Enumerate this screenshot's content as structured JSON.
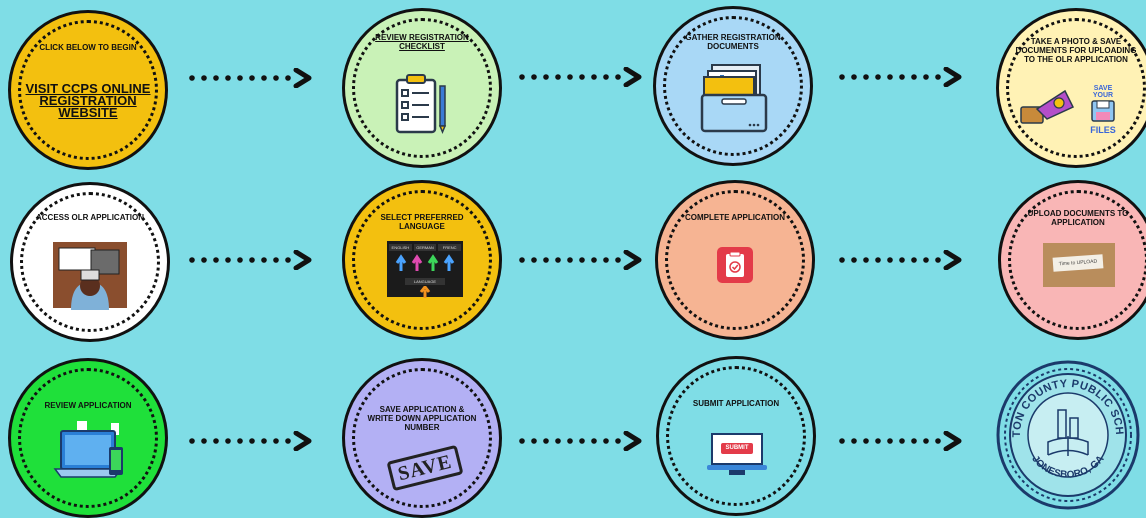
{
  "colors": {
    "background": "#7fdde6",
    "yellow": "#f3c00f",
    "green_light": "#c9f2b7",
    "blue_light": "#a9d8f6",
    "cream": "#fff2b5",
    "white": "#ffffff",
    "peach": "#f6b493",
    "pink": "#f9b6b6",
    "green": "#1fe03a",
    "lavender": "#b3b0f4",
    "red": "#e33b49"
  },
  "steps": [
    {
      "title": "CLICK BELOW TO BEGIN",
      "link": "VISIT CCPS ONLINE REGISTRATION WEBSITE"
    },
    {
      "title": "REVIEW REGISTRATION CHECKLIST"
    },
    {
      "title": "GATHER REGISTRATION DOCUMENTS"
    },
    {
      "title": "TAKE A PHOTO & SAVE DOCUMENTS FOR UPLOADING TO THE OLR APPLICATION",
      "sticker_top": "SAVE YOUR",
      "sticker_bottom": "FILES"
    },
    {
      "title": "ACCESS OLR APPLICATION"
    },
    {
      "title": "SELECT PREFERRED LANGUAGE",
      "buttons": [
        "ENGLISH",
        "GERMAN",
        "FRENC"
      ],
      "footer": "LANGUAGE"
    },
    {
      "title": "COMPLETE APPLICATION"
    },
    {
      "title": "UPLOAD DOCUMENTS TO APPLICATION",
      "note": "Time to UPLOAD"
    },
    {
      "title": "REVIEW APPLICATION"
    },
    {
      "title": "SAVE APPLICATION & WRITE DOWN APPLICATION NUMBER",
      "stamp": "SAVE"
    },
    {
      "title": "SUBMIT APPLICATION",
      "button": "SUBMIT"
    },
    {
      "seal_text": "CLAYTON COUNTY PUBLIC SCHOOLS",
      "seal_place": "JONESBORO, GA"
    }
  ]
}
